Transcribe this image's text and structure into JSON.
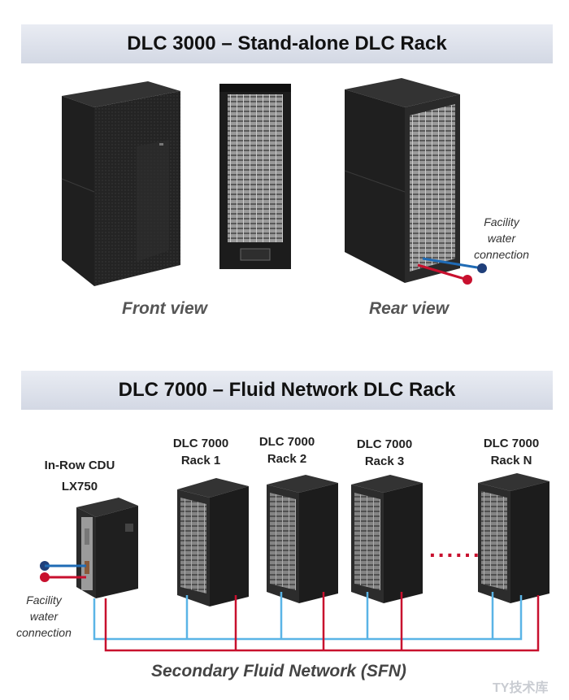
{
  "top_section": {
    "title": "DLC 3000 – Stand-alone DLC Rack",
    "front_label": "Front view",
    "rear_label": "Rear view",
    "facility_label": [
      "Facility",
      "water",
      "connection"
    ]
  },
  "bottom_section": {
    "title": "DLC 7000 – Fluid Network DLC Rack",
    "cdu_label": [
      "In-Row CDU",
      "LX750"
    ],
    "facility_label": [
      "Facility",
      "water",
      "connection"
    ],
    "racks": [
      {
        "line1": "DLC 7000",
        "line2": "Rack 1"
      },
      {
        "line1": "DLC 7000",
        "line2": "Rack 2"
      },
      {
        "line1": "DLC 7000",
        "line2": "Rack 3"
      },
      {
        "line1": "DLC 7000",
        "line2": "Rack N"
      }
    ],
    "ellipsis": "......",
    "network_label": "Secondary Fluid Network (SFN)"
  },
  "watermark": "TY技术库",
  "colors": {
    "rack_body": "#1c1c1c",
    "rack_side": "#2b2b2b",
    "supply_blue": "#1f6bb5",
    "return_red": "#c8102e",
    "sfn_blue": "#5ab4e6",
    "banner_bg": "#dde1ea"
  }
}
